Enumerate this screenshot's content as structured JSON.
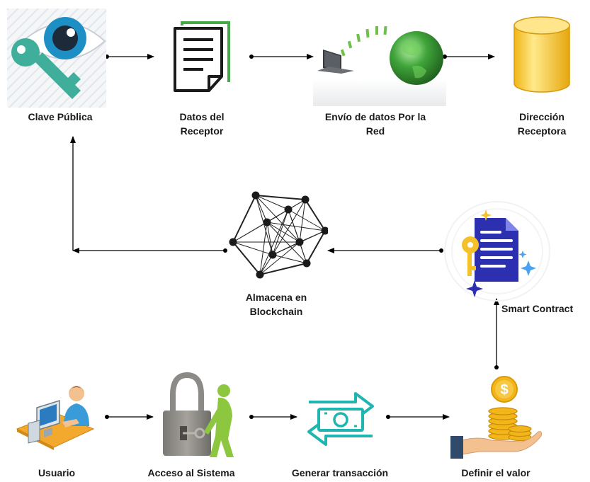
{
  "nodes": {
    "clave_publica": {
      "label": "Clave Pública"
    },
    "datos_receptor": {
      "label_line1": "Datos del",
      "label_line2": "Receptor"
    },
    "envio_datos": {
      "label_line1": "Envío de datos Por la",
      "label_line2": "Red"
    },
    "direccion_receptora": {
      "label_line1": "Dirección",
      "label_line2": "Receptora"
    },
    "almacena_blockchain": {
      "label_line1": "Almacena en",
      "label_line2": "Blockchain"
    },
    "smart_contract": {
      "label": "Smart Contract"
    },
    "usuario": {
      "label": "Usuario"
    },
    "acceso_sistema": {
      "label": "Acceso al Sistema"
    },
    "generar_transaccion": {
      "label": "Generar transacción"
    },
    "definir_valor": {
      "label": "Definir el valor"
    }
  },
  "icons": {
    "clave_publica": "eye-key-icon",
    "datos_receptor": "document-icon",
    "envio_datos": "laptop-globe-icon",
    "direccion_receptora": "database-cylinder-icon",
    "almacena_blockchain": "blockchain-network-icon",
    "smart_contract": "smart-contract-icon",
    "usuario": "user-computer-icon",
    "acceso_sistema": "padlock-key-icon",
    "generar_transaccion": "money-transfer-icon",
    "definir_valor": "hand-coins-icon"
  },
  "colors": {
    "arrow": "#000000",
    "key_teal": "#3fae9b",
    "eye_blue": "#1e8fc4",
    "cylinder_yellow": "#f7cf3c",
    "globe_green": "#3fa43a",
    "contract_blue": "#2b2fb0",
    "transfer_teal": "#1fb5b0",
    "coin_gold": "#f2b51a",
    "hand_skin": "#f3c08f",
    "lock_gray": "#8c8a86",
    "figure_green": "#8dc63f"
  }
}
